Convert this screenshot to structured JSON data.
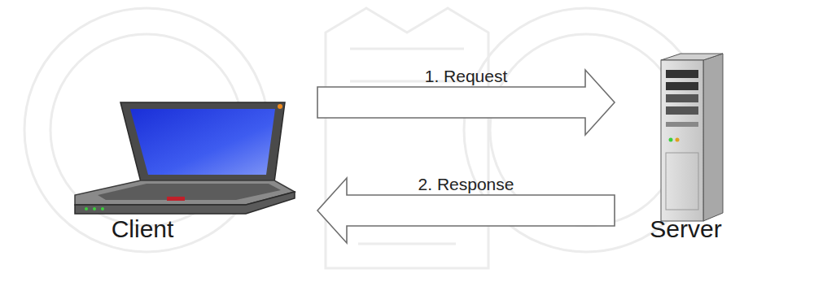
{
  "diagram": {
    "nodes": [
      {
        "text": [
          "Client"
        ]
      },
      {
        "text": [
          "Server"
        ]
      }
    ],
    "edges": [
      {
        "from": 0,
        "to": 1,
        "arrow": "to",
        "label": "1. Request"
      },
      {
        "from": 1,
        "to": 0,
        "arrow": "to",
        "label": "2. Response"
      }
    ]
  }
}
